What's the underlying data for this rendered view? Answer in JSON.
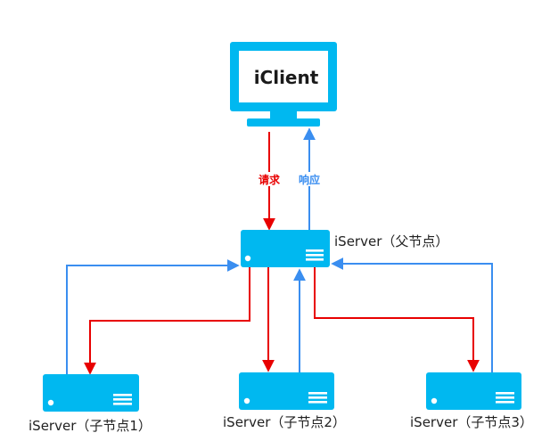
{
  "client": {
    "label": "iClient",
    "icon": "monitor-icon"
  },
  "edges": {
    "request_label": "请求",
    "response_label": "响应"
  },
  "parent_server": {
    "label": "iServer（父节点）",
    "icon": "server-icon"
  },
  "child_servers": [
    {
      "label": "iServer（子节点1）",
      "icon": "server-icon"
    },
    {
      "label": "iServer（子节点2）",
      "icon": "server-icon"
    },
    {
      "label": "iServer（子节点3）",
      "icon": "server-icon"
    }
  ],
  "colors": {
    "device": "#00b8f0",
    "device_screen": "#ffffff",
    "request": "#e80000",
    "response": "#3a8ef0"
  }
}
